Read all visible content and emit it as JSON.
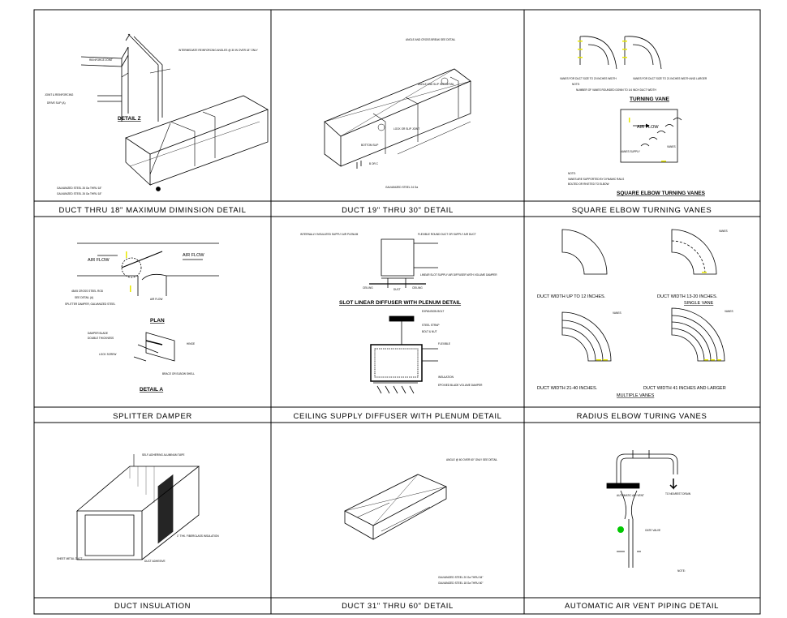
{
  "panels": {
    "p1": {
      "caption": "DUCT THRU 18\" MAXIMUM DIMINSION DETAIL",
      "detail_label": "DETAIL Z",
      "notes": [
        "INTERMEDIATE REINFORCING ANGLES @ 30 IN OVER 18\" ONLY",
        "REINFORCE JOINT",
        "JOINT & REINFORCING",
        "DRIVE SLIP (A)",
        "GALVANIZED STEEL 26 Ga THRU 18\"",
        "GALVANIZED STEEL 26 Ga THRU 18\""
      ]
    },
    "p2": {
      "caption": "DUCT 19\" THRU 30\" DETAIL",
      "notes": [
        "ANGLE AND CROSS BREAK SEE DETAIL",
        "ANGLE AND SLIP SEE DETAIL",
        "LOCK OR SLIP JOINT",
        "BOTTOM SLIP",
        "B OR C",
        "GALVANIZED STEEL 24 Ga"
      ]
    },
    "p3": {
      "caption": "SQUARE ELBOW TURNING VANES",
      "sub_label": "TURNING VANE",
      "air_flow": "AIR FLOW",
      "vanes": "VANES",
      "vanes_supply": "VANES SUPPLY",
      "notes": [
        "VANES FOR DUCT SIZE TO 20 INCHES WIDTH",
        "VANES FOR DUCT SIZE TO 21 INCHES WIDTH AND LARGER",
        "NOTE:",
        "NUMBER OF VANES ROUNDED DOWN TO 1/4 INCH DUCT WIDTH",
        "NOTE:",
        "VANES ARE SUPPORTED BY DYNAMIC RAILS",
        "BOLTED OR RIVETED TO ELBOW"
      ]
    },
    "p4": {
      "caption": "SPLITTER DAMPER",
      "plan_label": "PLAN",
      "detail_label": "DETAIL A",
      "air_flow": "AIR FLOW",
      "notes": [
        "45/45 CROSS STEEL ROD",
        "SEE DETAIL (A)",
        "SPLITTER DAMPER, GALVANIZED STEEL",
        "DAMPER BLADE",
        "DOUBLE THICKNESS",
        "HINGE",
        "LOCK SCREW",
        "BRACE OR ELBOW SHELL"
      ]
    },
    "p5": {
      "caption": "CEILING SUPPLY DIFFUSER WITH PLENUM DETAIL",
      "sub_label": "SLOT LINEAR DIFFUSER WITH PLENUM DETAIL",
      "ceiling": "CEILING",
      "notes": [
        "INTERNALLY INSULATED SUPPLY AIR PLENUM",
        "FLEXIBLE ROUND DUCT OR SUPPLY AIR DUCT",
        "LINEAR SLOT SUPPLY AIR DIFFUSER WITH VOLUME DAMPER",
        "DUCT",
        "EXPANSION BOLT",
        "STEEL STRAP",
        "BOLT & NUT",
        "FLEXIBLE",
        "INSULATION",
        "EPOXIED BLADE VOLUME DAMPER"
      ]
    },
    "p6": {
      "caption": "RADIUS ELBOW TURING VANES",
      "single_vane": "SINGLE VANE",
      "multiple_vanes": "MULTIPLE VANES",
      "duct_widths": [
        "DUCT WIDTH UP TO 12 INCHES.",
        "DUCT WIDTH 13-20 INCHES.",
        "DUCT WIDTH 21-40 INCHES.",
        "DUCT WIDTH 41 INCHES AND LARGER"
      ],
      "notes": [
        "VANES",
        "VANES",
        "VANES"
      ]
    },
    "p7": {
      "caption": "DUCT INSULATION",
      "notes": [
        "SELF-ADHERING ALUMINUM TAPE",
        "1\" THK. FIBERGLASS INSULATION",
        "SHEET METAL DUCT",
        "DUCT ADHESIVE"
      ]
    },
    "p8": {
      "caption": "DUCT 31\" THRU 60\" DETAIL",
      "notes": [
        "ANGLE @ 60 OVER 60\" ONLY SEE DETAIL",
        "GALVANIZED STEEL 20 Ga THRU 54\"",
        "GALVANIZED STEEL 18 Ga THRU 60\""
      ]
    },
    "p9": {
      "caption": "AUTOMATIC AIR VENT PIPING DETAIL",
      "notes": [
        "AUTOMATIC AIR VENT",
        "GATE VALVE",
        "TO NEAREST DRAIN",
        "NOTE:"
      ]
    }
  }
}
